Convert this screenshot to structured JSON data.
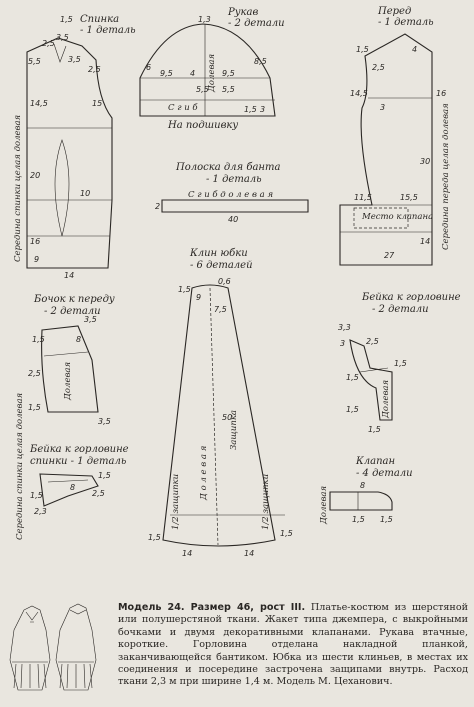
{
  "pieces": {
    "back": {
      "title": "Спинка",
      "count": "- 1 деталь",
      "side_label": "Середина спинки целая долевая"
    },
    "sleeve": {
      "title": "Рукав",
      "count": "- 2 детали",
      "bottom_label": "На подшивку",
      "grain_label": "Долевая",
      "fold_letters": "С г и б"
    },
    "front": {
      "title": "Перед",
      "count": "- 1 деталь",
      "side_label": "Середина переда целая долевая",
      "flap_place": "Место клапана"
    },
    "strip": {
      "title": "Полоска для банта",
      "count": "- 1 деталь",
      "fold": "С г и б  д о л е в а я"
    },
    "skirt": {
      "title": "Клин юбки",
      "count": "- 6 деталей",
      "grain": "Д о л е в а я",
      "tuck": "Защипка",
      "tuck_left": "1/2 защипки",
      "tuck_right": "1/2 защипки"
    },
    "side_front": {
      "title": "Бочок к переду",
      "count": "- 2 детали",
      "grain": "Долевая"
    },
    "collar_back": {
      "title": "Бейка к горловине",
      "title2": "спинки - 1 деталь",
      "side_label": "Середина спинки целая долевая"
    },
    "collar_front": {
      "title": "Бейка к горловине",
      "count": "- 2 детали",
      "grain": "Долевая"
    },
    "flap": {
      "title": "Клапан",
      "count": "- 4 детали",
      "grain": "Долевая"
    }
  },
  "measurements": {
    "back": [
      "1,5",
      "2,5",
      "3,5",
      "5,5",
      "3,5",
      "2,5",
      "14,5",
      "15",
      "20",
      "10",
      "16",
      "9",
      "14"
    ],
    "sleeve": [
      "1,3",
      "6",
      "9,5",
      "4",
      "9,5",
      "5,5",
      "5,5",
      "8,5",
      "1,5",
      "3"
    ],
    "front": [
      "1,5",
      "2,5",
      "4",
      "14,5",
      "16",
      "3",
      "30",
      "11,5",
      "15,5",
      "27",
      "14"
    ],
    "strip": [
      "2",
      "40"
    ],
    "skirt": [
      "0,6",
      "9",
      "7,5",
      "1,5",
      "50",
      "14",
      "14",
      "1,5",
      "1,5"
    ],
    "side_front": [
      "3,5",
      "8",
      "1,5",
      "2,5",
      "1,5",
      "3,5"
    ],
    "collar_back": [
      "1,5",
      "8",
      "2,5",
      "1,5",
      "2,3"
    ],
    "collar_front": [
      "3,3",
      "3",
      "2,5",
      "1,5",
      "1,5",
      "1,5",
      "1,5"
    ],
    "flap": [
      "8",
      "1,5",
      "1,5"
    ]
  },
  "caption": {
    "title": "Модель 24. Размер 46, рост III.",
    "text": "Платье-костюм из шерстяной или полушерстяной ткани. Жакет типа джемпера, с выкройными бочками и двумя декоративными клапанами. Рукава втачные, короткие. Горловина отделана накладной планкой, заканчивающейся бантиком. Юбка из шести клиньев, в местах их соединения и посередине застрочена защипами внутрь. Расход ткани 2,3 м при ширине 1,4 м. Модель М. Цеханович."
  }
}
